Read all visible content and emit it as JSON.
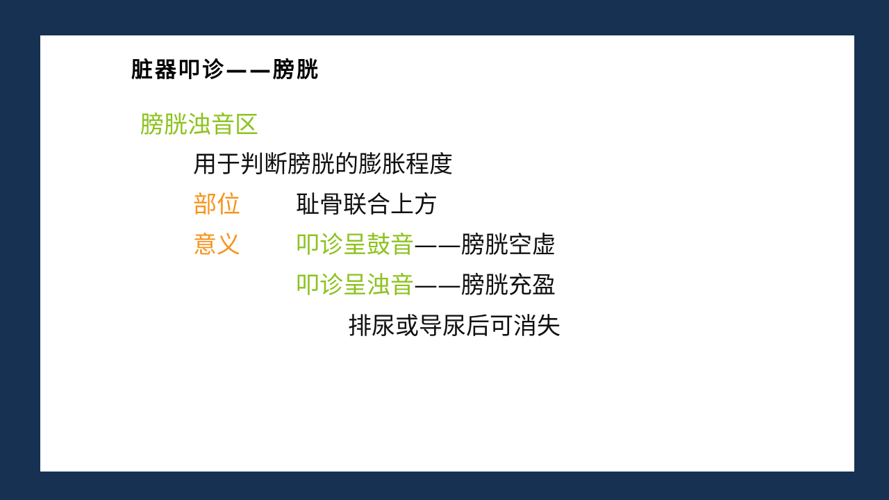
{
  "slide": {
    "title": "脏器叩诊——膀胱",
    "heading": "膀胱浊音区",
    "purpose": "用于判断膀胱的膨胀程度",
    "location": {
      "label": "部位",
      "value": "耻骨联合上方"
    },
    "significance": {
      "label": "意义",
      "items": [
        {
          "finding": "叩诊呈鼓音",
          "dash": "——",
          "meaning": "膀胱空虚"
        },
        {
          "finding": "叩诊呈浊音",
          "dash": "——",
          "meaning": "膀胱充盈"
        }
      ],
      "note": "排尿或导尿后可消失"
    }
  },
  "colors": {
    "background": "#163152",
    "panel": "#ffffff",
    "heading_green": "#8dc21f",
    "label_orange": "#f7941d",
    "text_black": "#111111"
  }
}
